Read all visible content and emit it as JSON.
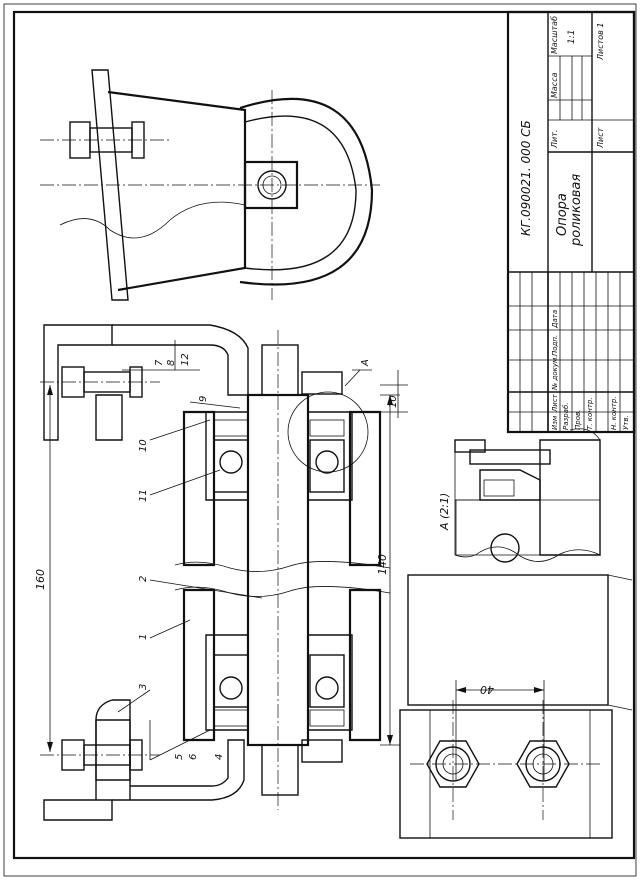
{
  "title_block": {
    "designation": "КГ.090021. 000 СБ",
    "name_line1": "Опора",
    "name_line2": "роликовая",
    "col_lit": "Лит.",
    "col_mass": "Масса",
    "col_scale": "Масштаб",
    "scale": "1:1",
    "sheet_label": "Лист",
    "sheets_label": "Листов 1",
    "rev_cols": [
      "Изм",
      "Лист",
      "№ докум.",
      "Подп.",
      "Дата"
    ],
    "roles": [
      "Разраб.",
      "Пров.",
      "Т. контр.",
      "Н. контр.",
      "Утв."
    ]
  },
  "dimensions": {
    "d160": "160",
    "d140": "140",
    "d10": "10",
    "d40": "40"
  },
  "view_label": "A (2:1)",
  "section_mark": "A",
  "balloons": {
    "b1": "1",
    "b2": "2",
    "b3": "3",
    "b4": "4",
    "b5": "5",
    "b6": "6",
    "b7": "7",
    "b8": "8",
    "b9": "9",
    "b10": "10",
    "b11": "11",
    "b12": "12"
  },
  "colors": {
    "ink": "#111111",
    "paper": "#ffffff"
  }
}
